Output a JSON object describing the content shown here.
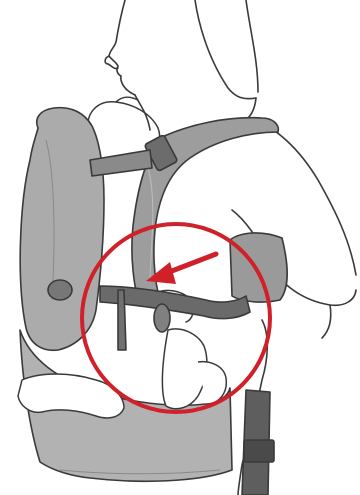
{
  "illustration": {
    "subject": "baby-carrier-instruction",
    "icons": [
      "person-line-art",
      "baby-carrier",
      "baby",
      "highlight-circle",
      "direction-arrow"
    ],
    "colors": {
      "highlight": "#d0202a",
      "line_art": "#3a3a3a",
      "carrier_fill": "#a9a9a9",
      "carrier_dark": "#6c6c6c",
      "background": "#ffffff"
    }
  }
}
